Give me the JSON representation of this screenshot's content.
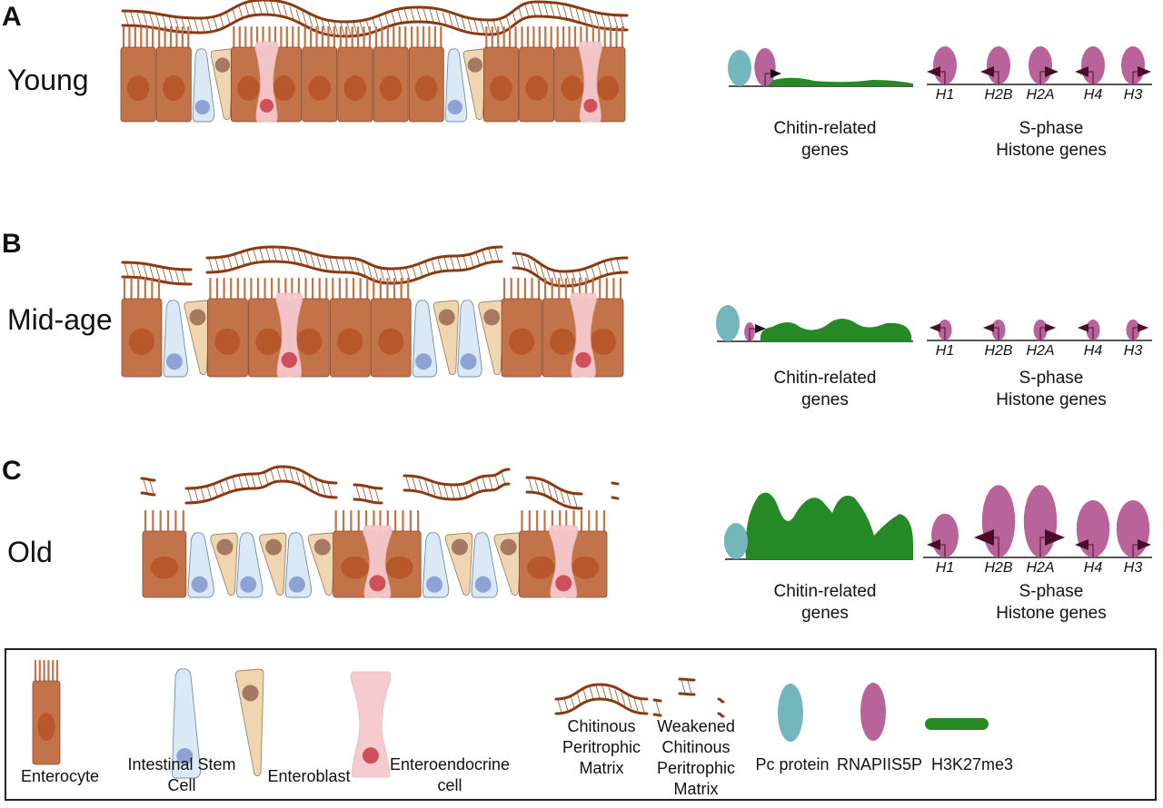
{
  "colors": {
    "enterocyte": "#c2734a",
    "enterocyte_nucleus": "#b8582a",
    "enterocyte_stroke": "#8a4a2a",
    "isc": "#dbe8f5",
    "isc_stroke": "#6f8ea8",
    "isc_nucleus": "#8ea3d4",
    "enteroblast": "#efd6b0",
    "enteroblast_stroke": "#9c8466",
    "enteroblast_nucleus": "#a67a62",
    "ee": "#f6c9cd",
    "ee_nucleus": "#cf4f5a",
    "matrix": "#8a3a12",
    "pc": "#73b7bd",
    "rnap": "#b8649a",
    "h3k27": "#258a25",
    "arrow": "#4a0d2a",
    "line": "#555555"
  },
  "panels": [
    {
      "letter": "A",
      "label": "Young",
      "cells": [
        "E",
        "E",
        "I",
        "B",
        "E",
        "D",
        "E",
        "E",
        "E",
        "E",
        "E",
        "I",
        "B",
        "E",
        "E",
        "E",
        "D",
        "E"
      ],
      "matrix_state": "intact",
      "chitin": {
        "caption_line1": "Chitin-related",
        "caption_line2": "genes",
        "pc_present": true,
        "rnap_scale": 1.0,
        "h3k27me3_level": "low"
      },
      "histone": {
        "caption_line1": "S-phase",
        "caption_line2": "Histone genes",
        "rnap_level": "medium",
        "genes": [
          {
            "name": "H1",
            "direction": "left",
            "rnap_scale": 1.0
          },
          {
            "name": "H2B",
            "direction": "left",
            "rnap_scale": 1.0
          },
          {
            "name": "H2A",
            "direction": "right",
            "rnap_scale": 1.0
          },
          {
            "name": "H4",
            "direction": "left",
            "rnap_scale": 1.0
          },
          {
            "name": "H3",
            "direction": "right",
            "rnap_scale": 1.0
          }
        ]
      }
    },
    {
      "letter": "B",
      "label": "Mid-age",
      "cells": [
        "E",
        "I",
        "B",
        "E",
        "E",
        "D",
        "E",
        "E",
        "E",
        "I",
        "B",
        "I",
        "B",
        "E",
        "E",
        "D",
        "E"
      ],
      "matrix_state": "partially broken",
      "chitin": {
        "caption_line1": "Chitin-related",
        "caption_line2": "genes",
        "pc_present": true,
        "rnap_scale": 0.5,
        "h3k27me3_level": "medium"
      },
      "histone": {
        "caption_line1": "S-phase",
        "caption_line2": "Histone genes",
        "rnap_level": "low",
        "genes": [
          {
            "name": "H1",
            "direction": "left",
            "rnap_scale": 0.55
          },
          {
            "name": "H2B",
            "direction": "left",
            "rnap_scale": 0.55
          },
          {
            "name": "H2A",
            "direction": "right",
            "rnap_scale": 0.55
          },
          {
            "name": "H4",
            "direction": "left",
            "rnap_scale": 0.55
          },
          {
            "name": "H3",
            "direction": "right",
            "rnap_scale": 0.55
          }
        ]
      }
    },
    {
      "letter": "C",
      "label": "Old",
      "cells": [
        "E",
        "I",
        "B",
        "I",
        "B",
        "I",
        "B",
        "E",
        "D",
        "E",
        "I",
        "B",
        "I",
        "B",
        "E",
        "D",
        "E"
      ],
      "matrix_state": "weakened",
      "chitin": {
        "caption_line1": "Chitin-related",
        "caption_line2": "genes",
        "pc_present": true,
        "rnap_scale": 0,
        "h3k27me3_level": "high"
      },
      "histone": {
        "caption_line1": "S-phase",
        "caption_line2": "Histone genes",
        "rnap_level": "high",
        "genes": [
          {
            "name": "H1",
            "direction": "left",
            "rnap_scale": 1.15
          },
          {
            "name": "H2B",
            "direction": "left",
            "rnap_scale": 1.9
          },
          {
            "name": "H2A",
            "direction": "right",
            "rnap_scale": 1.9
          },
          {
            "name": "H4",
            "direction": "left",
            "rnap_scale": 1.5
          },
          {
            "name": "H3",
            "direction": "right",
            "rnap_scale": 1.5
          }
        ]
      }
    }
  ],
  "legend": {
    "items": [
      {
        "key": "enterocyte",
        "label_lines": [
          "Enterocyte"
        ]
      },
      {
        "key": "isc",
        "label_lines": [
          "Intestinal Stem",
          "Cell"
        ]
      },
      {
        "key": "enteroblast",
        "label_lines": [
          "Enteroblast"
        ]
      },
      {
        "key": "ee",
        "label_lines": [
          "Enteroendocrine",
          "cell"
        ]
      },
      {
        "key": "matrix",
        "label_lines": [
          "Chitinous",
          "Peritrophic",
          "Matrix"
        ]
      },
      {
        "key": "weak_matrix",
        "label_lines": [
          "Weakened",
          "Chitinous",
          "Peritrophic",
          "Matrix"
        ]
      },
      {
        "key": "pc",
        "label_lines": [
          "Pc protein"
        ]
      },
      {
        "key": "rnap",
        "label_lines": [
          "RNAPIIS5P"
        ]
      },
      {
        "key": "h3k27",
        "label_lines": [
          "H3K27me3"
        ]
      }
    ]
  }
}
